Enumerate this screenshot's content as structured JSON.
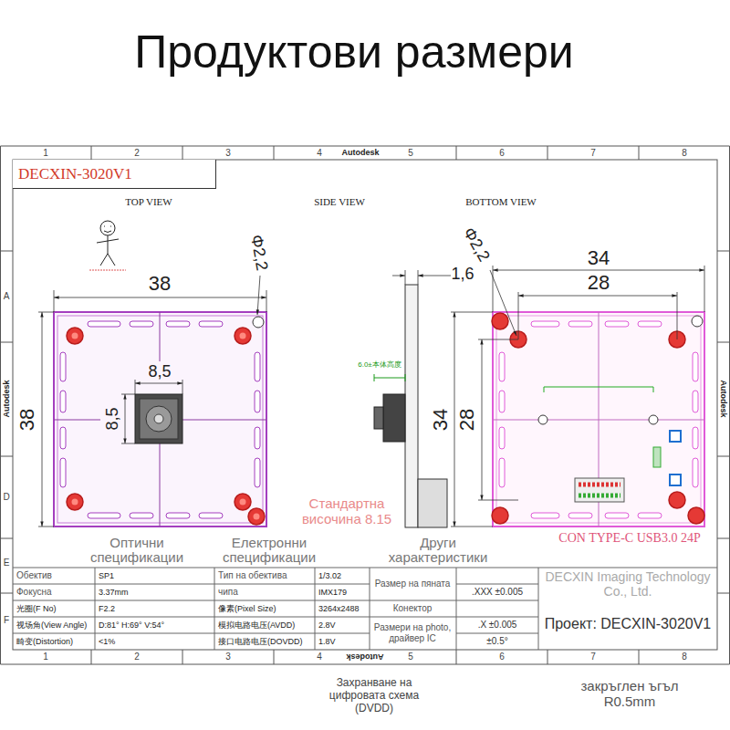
{
  "diagram": {
    "title": "Продуктови размери",
    "nodes": [
      {
        "text": [
          "DECXIN-3020V1"
        ]
      }
    ],
    "labels": [
      "1",
      "2",
      "3",
      "4",
      "5",
      "6",
      "7",
      "8",
      "Autodesk",
      "1",
      "2",
      "3",
      "4",
      "5",
      "6",
      "7",
      "8",
      "Autodesk",
      "A",
      "D",
      "E",
      "F",
      "Autodesk",
      "Autodesk",
      "TOP VIEW",
      "SIDE VIEW",
      "BOTTOM VIEW",
      "38",
      "38",
      "8,5",
      "8,5",
      "Φ2,2",
      "1,6",
      "Φ2,2",
      "34",
      "28",
      "34",
      "28",
      "6.0±本体高度",
      "Стандартна височина 8.15",
      "CON TYPE-C USB3.0 24P",
      "Оптични спецификации",
      "Електронни спецификации",
      "Други характеристики",
      "Обектив",
      "SP1",
      "Фокусна",
      "3.37mm",
      "光圈(F No)",
      "F2.2",
      "视场角(View Angle)",
      "D:81° H:69° V:54°",
      "畸变(Distortion)",
      "<1%",
      "Тип на обектива",
      "1/3.02",
      "чипа",
      "IMX179",
      "像素(Pixel Size)",
      "3264x2488",
      "模拟电路电压(AVDD)",
      "2.8V",
      "接口电路电压(DOVDD)",
      "1.8V",
      "Размер на пяната",
      "Конектор",
      "Размери на photo, драйвер IC",
      ".XXX ±0.005",
      ".X ±0.005",
      "±0.5°",
      "DECXIN Imaging Technology Co., Ltd.",
      "Проект: DECXIN-3020V1",
      "Захранване на цифровата схема (DVDD)",
      "закръглен ъгъл R0.5mm"
    ]
  }
}
